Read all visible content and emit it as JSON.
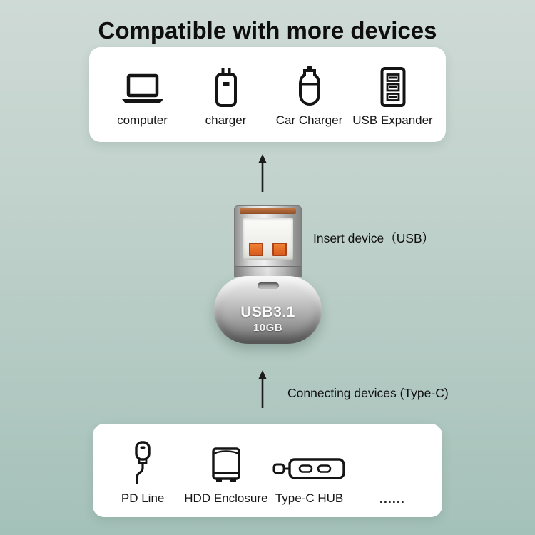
{
  "title": "Compatible with more devices",
  "top_card": {
    "items": [
      {
        "label": "computer",
        "icon": "laptop-icon"
      },
      {
        "label": "charger",
        "icon": "wall-charger-icon"
      },
      {
        "label": "Car Charger",
        "icon": "car-charger-icon"
      },
      {
        "label": "USB Expander",
        "icon": "usb-expander-icon"
      }
    ]
  },
  "annotations": {
    "insert_device": "Insert device（USB）",
    "connecting_devices": "Connecting devices (Type-C)"
  },
  "product": {
    "line1": "USB3.1",
    "line2": "10GB"
  },
  "bottom_card": {
    "items": [
      {
        "label": "PD Line",
        "icon": "pd-cable-icon"
      },
      {
        "label": "HDD Enclosure",
        "icon": "hdd-enclosure-icon"
      },
      {
        "label": "Type-C HUB",
        "icon": "type-c-hub-icon"
      },
      {
        "label": "......",
        "icon": "ellipsis-dots"
      }
    ]
  },
  "colors": {
    "background_top": "#cfdad6",
    "background_bottom": "#a4c1b9",
    "card_background": "#ffffff",
    "text": "#111111",
    "contact_orange": "#e0661f",
    "pcb_orange": "#a8622f",
    "metal_gray": "#b5b5b5"
  }
}
